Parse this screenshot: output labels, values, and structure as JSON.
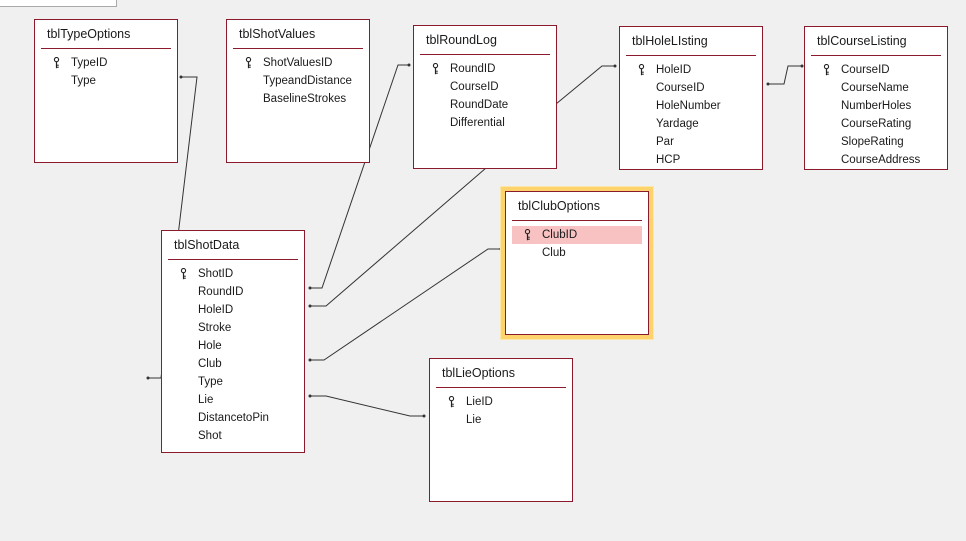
{
  "tables": [
    {
      "name": "tblTypeOptions",
      "fields": [
        {
          "label": "TypeID",
          "key": true
        },
        {
          "label": "Type",
          "key": false
        }
      ]
    },
    {
      "name": "tblShotValues",
      "fields": [
        {
          "label": "ShotValuesID",
          "key": true
        },
        {
          "label": "TypeandDistance",
          "key": false
        },
        {
          "label": "BaselineStrokes",
          "key": false
        }
      ]
    },
    {
      "name": "tblRoundLog",
      "fields": [
        {
          "label": "RoundID",
          "key": true
        },
        {
          "label": "CourseID",
          "key": false
        },
        {
          "label": "RoundDate",
          "key": false
        },
        {
          "label": "Differential",
          "key": false
        }
      ]
    },
    {
      "name": "tblHoleLIsting",
      "fields": [
        {
          "label": "HoleID",
          "key": true
        },
        {
          "label": "CourseID",
          "key": false
        },
        {
          "label": "HoleNumber",
          "key": false
        },
        {
          "label": "Yardage",
          "key": false
        },
        {
          "label": "Par",
          "key": false
        },
        {
          "label": "HCP",
          "key": false
        }
      ]
    },
    {
      "name": "tblCourseListing",
      "fields": [
        {
          "label": "CourseID",
          "key": true
        },
        {
          "label": "CourseName",
          "key": false
        },
        {
          "label": "NumberHoles",
          "key": false
        },
        {
          "label": "CourseRating",
          "key": false
        },
        {
          "label": "SlopeRating",
          "key": false
        },
        {
          "label": "CourseAddress",
          "key": false
        }
      ]
    },
    {
      "name": "tblClubOptions",
      "selected": true,
      "fields": [
        {
          "label": "ClubID",
          "key": true,
          "highlight": true
        },
        {
          "label": "Club",
          "key": false
        }
      ]
    },
    {
      "name": "tblShotData",
      "fields": [
        {
          "label": "ShotID",
          "key": true
        },
        {
          "label": "RoundID",
          "key": false
        },
        {
          "label": "HoleID",
          "key": false
        },
        {
          "label": "Stroke",
          "key": false
        },
        {
          "label": "Hole",
          "key": false
        },
        {
          "label": "Club",
          "key": false
        },
        {
          "label": "Type",
          "key": false
        },
        {
          "label": "Lie",
          "key": false
        },
        {
          "label": "DistancetoPin",
          "key": false
        },
        {
          "label": "Shot",
          "key": false
        }
      ]
    },
    {
      "name": "tblLieOptions",
      "fields": [
        {
          "label": "LieID",
          "key": true
        },
        {
          "label": "Lie",
          "key": false
        }
      ]
    }
  ],
  "icons": {
    "primary_key": "key-icon"
  },
  "colors": {
    "table_border": "#8b1a2c",
    "selection": "#ffd36b",
    "field_highlight": "#f8c2c2",
    "relationship_line": "#333333"
  }
}
